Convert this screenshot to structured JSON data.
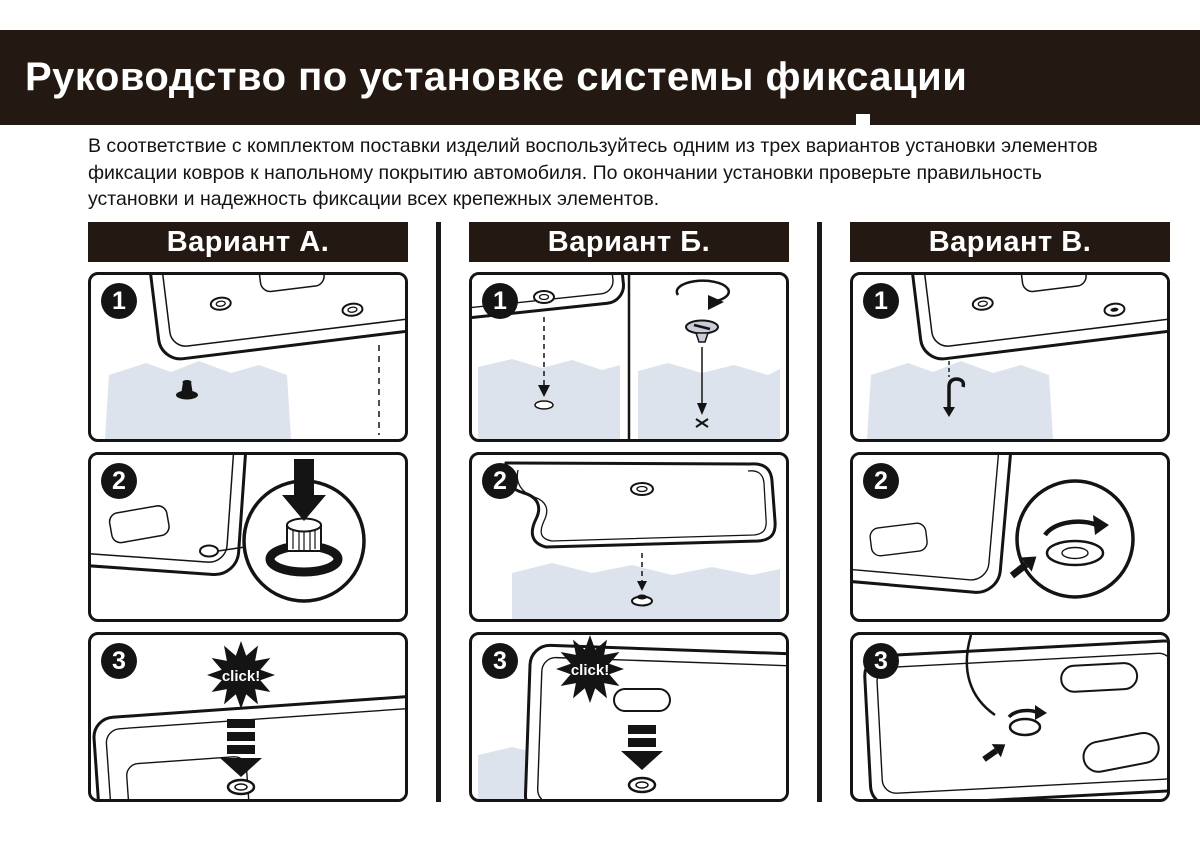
{
  "page": {
    "title": "Руководство по установке системы фиксации",
    "intro": "В соответствие с комплектом поставки изделий воспользуйтесь одним из трех вариантов установки элементов фиксации ковров к напольному покрытию автомобиля. По окончании установки проверьте правильность установки и надежность фиксации всех крепежных элементов."
  },
  "variants": [
    {
      "title": "Вариант А.",
      "steps": [
        {
          "number": "1"
        },
        {
          "number": "2"
        },
        {
          "number": "3",
          "click": "click!"
        }
      ]
    },
    {
      "title": "Вариант Б.",
      "steps": [
        {
          "number": "1"
        },
        {
          "number": "2"
        },
        {
          "number": "3",
          "click": "click!"
        }
      ]
    },
    {
      "title": "Вариант В.",
      "steps": [
        {
          "number": "1"
        },
        {
          "number": "2"
        },
        {
          "number": "3"
        }
      ]
    }
  ],
  "colors": {
    "header_bg": "#241812",
    "line": "#141414",
    "carpet": "#dde3ec",
    "metal": "#c9ced6",
    "text_on_dark": "#ffffff"
  }
}
